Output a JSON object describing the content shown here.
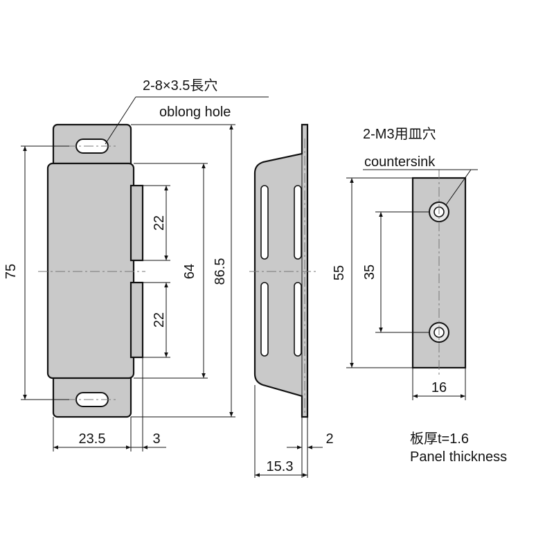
{
  "callouts": {
    "oblong_hole_spec": "2-8×3.5長穴",
    "oblong_hole_en": "oblong hole",
    "countersink_spec": "2-M3用皿穴",
    "countersink_en": "countersink",
    "thickness_spec": "板厚t=1.6",
    "thickness_en": "Panel thickness"
  },
  "dimensions": {
    "front_total_height": "75",
    "front_inner_height": "64",
    "front_overall_height": "86.5",
    "magnet_upper": "22",
    "magnet_lower": "22",
    "front_width": "23.5",
    "front_step": "3",
    "side_depth": "15.3",
    "side_plate": "2",
    "plate_height": "55",
    "hole_pitch": "35",
    "plate_width": "16"
  }
}
